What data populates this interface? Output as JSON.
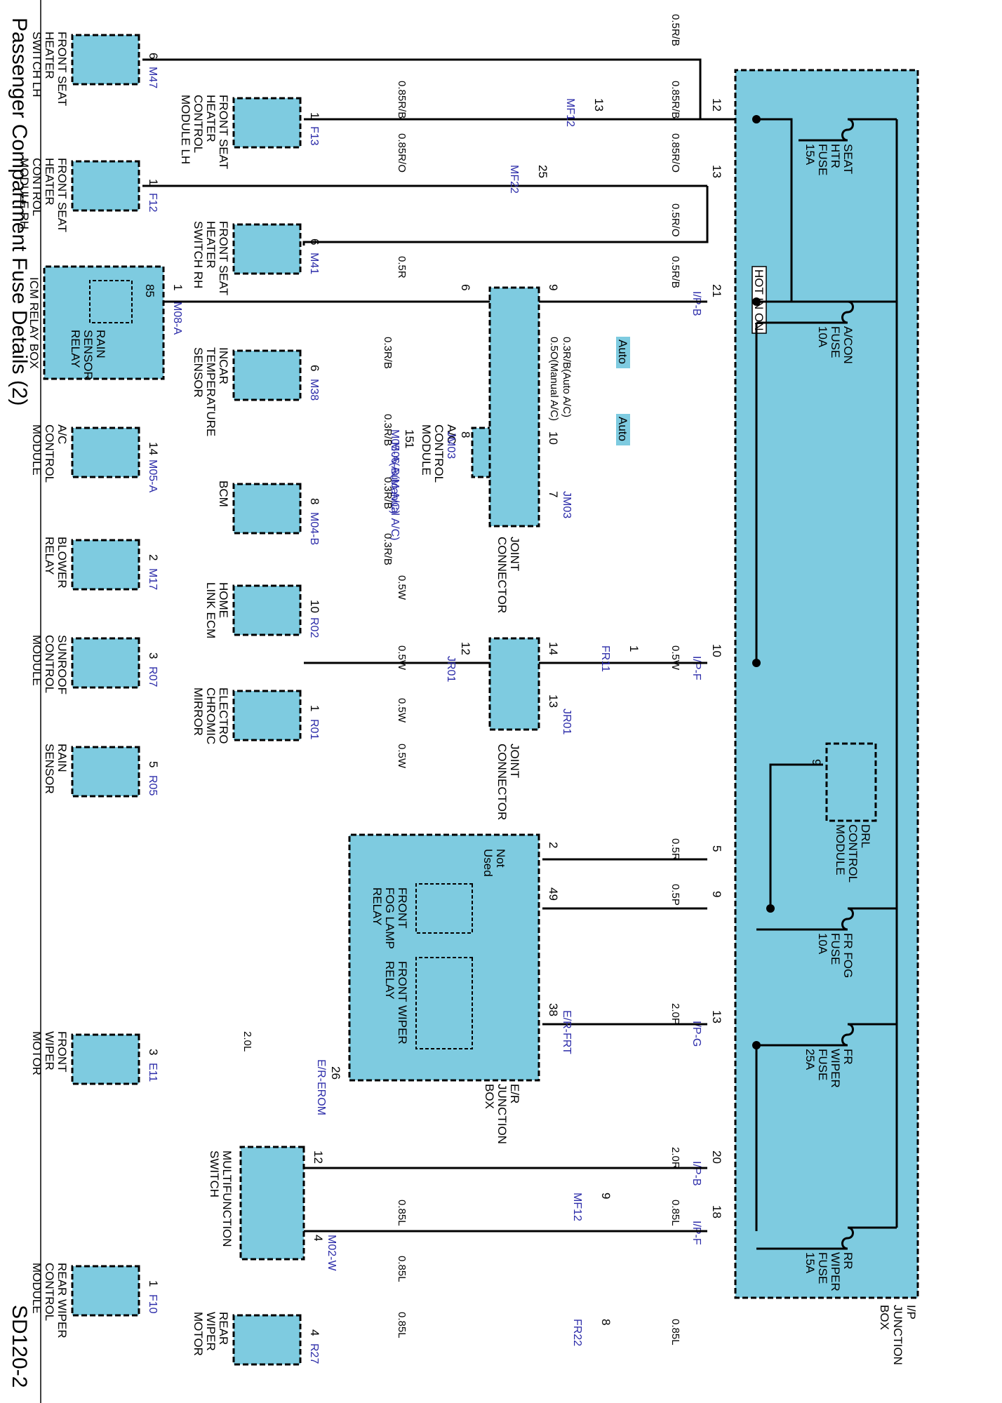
{
  "title": "Passenger Compartment Fuse Details (2)",
  "page_code": "SD120-2",
  "hot_in_on": "HOT IN ON",
  "fuses": [
    {
      "lines": [
        "SEAT",
        "HTR",
        "FUSE",
        "15A"
      ]
    },
    {
      "lines": [
        "A/CON",
        "FUSE",
        "10A"
      ]
    },
    {
      "lines": [
        "FR FOG",
        "FUSE",
        "10A"
      ]
    },
    {
      "lines": [
        "FR",
        "WIPER",
        "FUSE",
        "25A"
      ]
    },
    {
      "lines": [
        "RR",
        "WIPER",
        "FUSE",
        "15A"
      ]
    }
  ],
  "ip_junction_label": [
    "I/P",
    "JUNCTION",
    "BOX"
  ],
  "drl": {
    "lines": [
      "DRL",
      "CONTROL",
      "MODULE"
    ],
    "pin": "9"
  },
  "ip_pins": [
    "12",
    "13",
    "21",
    "10",
    "5",
    "9",
    "13",
    "20",
    "18"
  ],
  "ip_connectors": [
    "I/P-B",
    "I/P-F",
    "I/P-G",
    "I/P-B",
    "I/P-F"
  ],
  "top_wires": [
    "0.5R/B",
    "0.85R/B",
    "0.85R/O",
    "0.5R/O",
    "0.5R/B",
    "0.5W",
    "0.5R",
    "0.5P",
    "2.0P",
    "2.0R",
    "0.85L",
    "0.85L"
  ],
  "mid_wires": [
    "0.85R/B",
    "0.85R/O",
    "0.5R",
    "0.5W",
    "0.5W",
    "0.5W",
    "0.5W",
    "0.85L",
    "0.85L",
    "0.85L"
  ],
  "ac_wire": [
    "0.3R/B(Auto A/C)",
    "0.5O(Manual A/C)"
  ],
  "auto_badge": "Auto",
  "auto_wires": [
    "0.3R/B",
    "0.3R/B",
    "0.3R/B",
    "0.3R/B"
  ],
  "inline": [
    {
      "pin": "13",
      "conn": "MF12"
    },
    {
      "pin": "25",
      "conn": "MF22"
    },
    {
      "pin": "1",
      "conn": "FR11"
    },
    {
      "pin": "9",
      "conn": "MF12"
    },
    {
      "pin": "8",
      "conn": "FR22"
    }
  ],
  "joint1": {
    "lines": [
      "JOINT",
      "CONNECTOR"
    ],
    "pins": [
      "9",
      "6",
      "10",
      "8",
      "7"
    ],
    "conns": [
      "JM03",
      "JM03"
    ]
  },
  "joint2": {
    "lines": [
      "JOINT",
      "CONNECTOR"
    ],
    "pins": [
      "12",
      "14",
      "13"
    ],
    "conns": [
      "JR01",
      "JR01"
    ]
  },
  "ac_module": {
    "lines": [
      "A/C",
      "CONTROL",
      "MODULE"
    ],
    "pins": [
      "15",
      "1"
    ],
    "conns": [
      "M05-A(Auto A/C)",
      "M06-B(Manual A/C)"
    ]
  },
  "er_box": {
    "lines": [
      "E/R",
      "JUNCTION",
      "BOX"
    ],
    "pins": [
      "2",
      "49",
      "38",
      "26"
    ],
    "not_used": [
      "Not",
      "Used"
    ],
    "fog_relay": [
      "FRONT",
      "FOG LAMP",
      "RELAY"
    ],
    "wiper_relay": [
      "FRONT WIPER",
      "RELAY"
    ],
    "conns": [
      "E/R-FRT",
      "E/R-EROM"
    ]
  },
  "front_wiper_wire": "2.0L",
  "left_components": [
    {
      "lines": [
        "FRONT SEAT",
        "HEATER",
        "SWITCH LH"
      ],
      "pin": "6",
      "conn": "M47"
    },
    {
      "lines": [
        "FRONT SEAT",
        "HEATER",
        "CONTROL",
        "MODULE RH"
      ],
      "pin": "1",
      "conn": "F12"
    },
    {
      "lines": [
        "A/C",
        "CONTROL",
        "MODULE"
      ],
      "pin": "14",
      "conn": "M05-A"
    },
    {
      "lines": [
        "BLOWER",
        "RELAY"
      ],
      "pin": "2",
      "conn": "M17"
    },
    {
      "lines": [
        "SUNROOF",
        "CONTROL",
        "MODULE"
      ],
      "pin": "3",
      "conn": "R07"
    },
    {
      "lines": [
        "RAIN",
        "SENSOR"
      ],
      "pin": "5",
      "conn": "R05"
    },
    {
      "lines": [
        "FRONT",
        "WIPER",
        "MOTOR"
      ],
      "pin": "3",
      "conn": "E11"
    },
    {
      "lines": [
        "REAR WIPER",
        "CONTROL",
        "MODULE"
      ],
      "pin": "1",
      "conn": "F10"
    }
  ],
  "icm": {
    "lines": [
      "ICM RELAY BOX"
    ],
    "relay": [
      "RAIN",
      "SENSOR",
      "RELAY"
    ],
    "pin_in": "85",
    "pin": "1",
    "conn": "M08-A"
  },
  "mid_components": [
    {
      "lines": [
        "FRONT SEAT",
        "HEATER",
        "CONTROL",
        "MODULE LH"
      ],
      "pin": "1",
      "conn": "F13"
    },
    {
      "lines": [
        "FRONT SEAT",
        "HEATER",
        "SWITCH RH"
      ],
      "pin": "6",
      "conn": "M41"
    },
    {
      "lines": [
        "INCAR",
        "TEMPERATURE",
        "SENSOR"
      ],
      "pin": "6",
      "conn": "M38"
    },
    {
      "lines": [
        "BCM"
      ],
      "pin": "8",
      "conn": "M04-B"
    },
    {
      "lines": [
        "HOME",
        "LINK ECM"
      ],
      "pin": "10",
      "conn": "R02"
    },
    {
      "lines": [
        "ELECTRO",
        "CHROMIC",
        "MIRROR"
      ],
      "pin": "1",
      "conn": "R01"
    },
    {
      "lines": [
        "REAR",
        "WIPER",
        "MOTOR"
      ],
      "pin": "4",
      "conn": "R27"
    }
  ],
  "multifunction": {
    "lines": [
      "MULTIFUNCTION",
      "SWITCH"
    ],
    "pins": [
      "12",
      "4"
    ],
    "conn": "M02-W"
  }
}
